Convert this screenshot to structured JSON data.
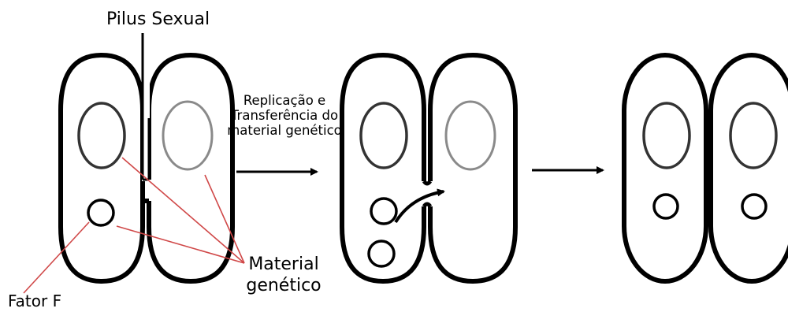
{
  "labels": {
    "pilus": "Pilus Sexual",
    "process": "Replicação e Transferência do material genético",
    "material": "Material genético",
    "fator": "Fator F"
  },
  "colors": {
    "outline": "#000000",
    "pointer_line": "#d04848",
    "genetic_material_gray": "#8a8a8a"
  },
  "stages": [
    "cells-connected-by-pilus",
    "replication-and-transfer",
    "cells-separated-each-with-fator-f"
  ]
}
